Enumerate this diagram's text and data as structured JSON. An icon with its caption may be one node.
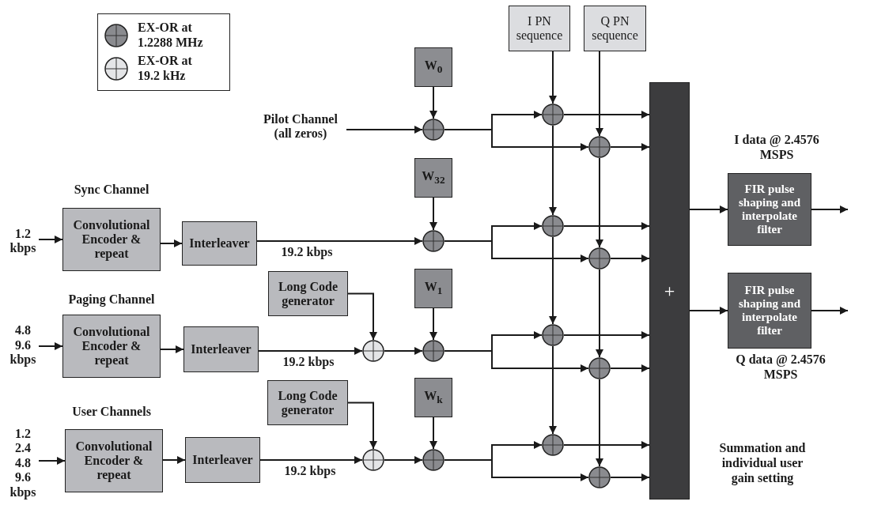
{
  "diagram": {
    "nodes": [
      {
        "text": [
          "I PN sequence"
        ]
      },
      {
        "text": [
          "Q PN sequence"
        ]
      },
      {
        "text": [
          "W$_{0}$"
        ]
      },
      {
        "text": [
          "Pilot Channel (all zeros)"
        ]
      },
      {
        "text": [],
        "shape": "circle"
      },
      {
        "text": [],
        "shape": "circle"
      },
      {
        "text": [],
        "shape": "circle"
      },
      {
        "text": [
          "+"
        ],
        "beside": [
          "Summation and individual user gain setting"
        ]
      },
      {
        "text": [
          "FIR pulse shaping and interpolate filter"
        ],
        "beside": [
          "I data @ 2.4576 MSPS"
        ]
      },
      {
        "text": [
          "W$_{32}$"
        ]
      },
      {
        "text": [
          "1.2 kbps"
        ]
      },
      {
        "text": [
          "Convolutional Encoder & repeat"
        ],
        "beside": [
          "Sync Channel"
        ]
      },
      {
        "text": [
          "Interleaver"
        ]
      },
      {
        "text": [],
        "shape": "circle"
      },
      {
        "text": [],
        "shape": "circle"
      },
      {
        "text": [],
        "shape": "circle"
      },
      {
        "text": [
          "Long Code generator"
        ]
      },
      {
        "text": [
          "W$_{1}$"
        ]
      },
      {
        "text": [
          "4.8 9.6 kbps"
        ]
      },
      {
        "text": [
          "Convolutional Encoder & repeat"
        ],
        "beside": [
          "Paging Channel"
        ]
      },
      {
        "text": [
          "Interleaver"
        ]
      },
      {
        "text": [],
        "shape": "circle"
      },
      {
        "text": [],
        "shape": "circle"
      },
      {
        "text": [],
        "shape": "circle"
      },
      {
        "text": [],
        "shape": "circle"
      },
      {
        "text": [
          "FIR pulse shaping and interpolate filter"
        ],
        "beside": [
          "Q data @ 2.4576 MSPS"
        ]
      },
      {
        "text": [
          "Long Code generator"
        ]
      },
      {
        "text": [
          "W$_{k}$"
        ]
      },
      {
        "text": [
          "1.2 2.4 4.8 9.6 kbps"
        ]
      },
      {
        "text": [
          "Convolutional Encoder & repeat"
        ],
        "beside": [
          "User Channels"
        ]
      },
      {
        "text": [
          "Interleaver"
        ]
      },
      {
        "text": [],
        "shape": "circle"
      },
      {
        "text": [],
        "shape": "circle"
      },
      {
        "text": [],
        "shape": "circle"
      },
      {
        "text": [],
        "shape": "circle"
      }
    ],
    "edges": [
      {
        "from": 0,
        "to": 5,
        "arrow": "to"
      },
      {
        "from": 5,
        "to": 14,
        "arrow": "to"
      },
      {
        "from": 14,
        "to": 23,
        "arrow": "to"
      },
      {
        "from": 23,
        "to": 33,
        "arrow": "to"
      },
      {
        "from": 1,
        "to": 6,
        "arrow": "to"
      },
      {
        "from": 6,
        "to": 15,
        "arrow": "to"
      },
      {
        "from": 15,
        "to": 24,
        "arrow": "to"
      },
      {
        "from": 24,
        "to": 34,
        "arrow": "to"
      },
      {
        "from": 2,
        "to": 4,
        "arrow": "to"
      },
      {
        "from": 3,
        "to": 4,
        "arrow": "to"
      },
      {
        "from": 4,
        "to": 5,
        "arrow": "to"
      },
      {
        "from": 4,
        "to": 6,
        "arrow": "to"
      },
      {
        "from": 5,
        "to": 7,
        "arrow": "to"
      },
      {
        "from": 6,
        "to": 7,
        "arrow": "to"
      },
      {
        "from": 9,
        "to": 13,
        "arrow": "to"
      },
      {
        "from": 10,
        "to": 11,
        "arrow": "to"
      },
      {
        "from": 11,
        "to": 12,
        "arrow": "to"
      },
      {
        "from": 12,
        "to": 13,
        "arrow": "to",
        "label": "19.2 kbps"
      },
      {
        "from": 13,
        "to": 14,
        "arrow": "to"
      },
      {
        "from": 13,
        "to": 15,
        "arrow": "to"
      },
      {
        "from": 14,
        "to": 7,
        "arrow": "to"
      },
      {
        "from": 15,
        "to": 7,
        "arrow": "to"
      },
      {
        "from": 16,
        "to": 21,
        "arrow": "to"
      },
      {
        "from": 17,
        "to": 22,
        "arrow": "to"
      },
      {
        "from": 18,
        "to": 19,
        "arrow": "to"
      },
      {
        "from": 19,
        "to": 20,
        "arrow": "to"
      },
      {
        "from": 20,
        "to": 21,
        "arrow": "to",
        "label": "19.2 kbps"
      },
      {
        "from": 21,
        "to": 22,
        "arrow": "to"
      },
      {
        "from": 22,
        "to": 23,
        "arrow": "to"
      },
      {
        "from": 22,
        "to": 24,
        "arrow": "to"
      },
      {
        "from": 23,
        "to": 7,
        "arrow": "to"
      },
      {
        "from": 24,
        "to": 7,
        "arrow": "to"
      },
      {
        "from": 26,
        "to": 31,
        "arrow": "to"
      },
      {
        "from": 27,
        "to": 32,
        "arrow": "to"
      },
      {
        "from": 28,
        "to": 29,
        "arrow": "to"
      },
      {
        "from": 29,
        "to": 30,
        "arrow": "to"
      },
      {
        "from": 30,
        "to": 31,
        "arrow": "to",
        "label": "19.2 kbps"
      },
      {
        "from": 31,
        "to": 32,
        "arrow": "to"
      },
      {
        "from": 32,
        "to": 33,
        "arrow": "to"
      },
      {
        "from": 32,
        "to": 34,
        "arrow": "to"
      },
      {
        "from": 33,
        "to": 7,
        "arrow": "to"
      },
      {
        "from": 34,
        "to": 7,
        "arrow": "to"
      },
      {
        "from": 7,
        "to": 8,
        "arrow": "to"
      },
      {
        "from": 7,
        "to": 25,
        "arrow": "to"
      },
      {
        "from": 8,
        "to": null,
        "arrow": "to"
      },
      {
        "from": 25,
        "to": null,
        "arrow": "to"
      }
    ],
    "legend": [
      {
        "text": "EX-OR at 1.2288 MHz",
        "color": "#8a8b8f"
      },
      {
        "text": "EX-OR at 19.2 kHz",
        "color": "#e4e5e7"
      }
    ]
  }
}
